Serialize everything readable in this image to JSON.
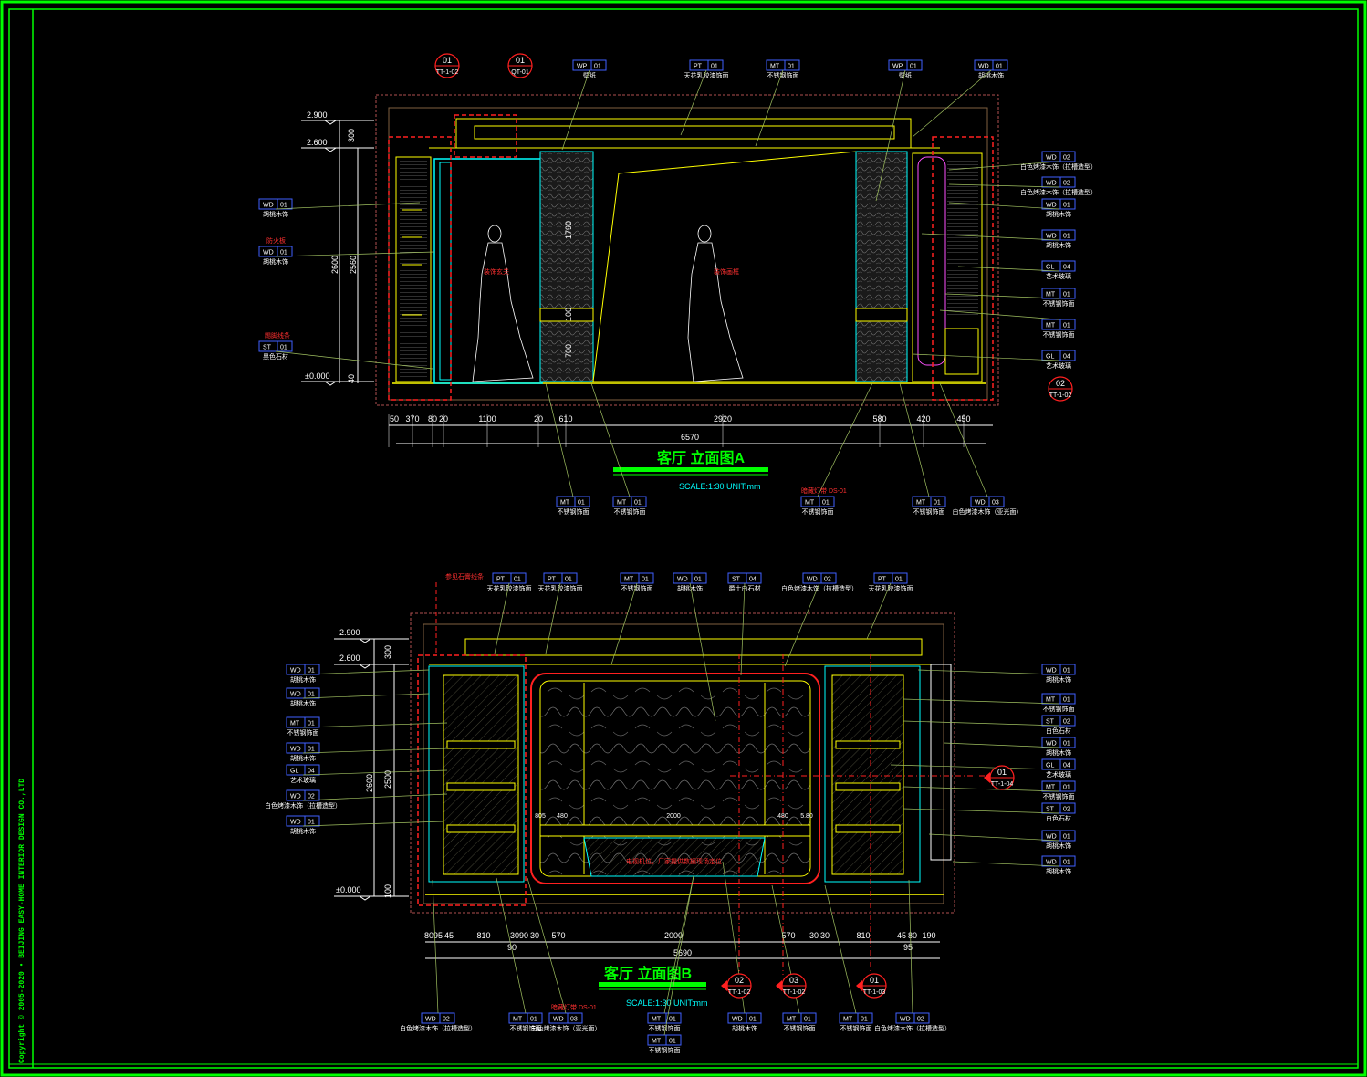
{
  "copyright": "Copyright © 2005-2020 • BEIJING EASY-HOME INTERIOR DESIGN CO.,LTD",
  "elevation_a": {
    "title": "客厅 立面图A",
    "scale": "SCALE:1:30 UNIT:mm",
    "levels": [
      "2.900",
      "2.600",
      "±0.000"
    ],
    "vertical_dims_outer": [
      "300",
      "2600",
      "40"
    ],
    "vertical_dims_inner": [
      "2560"
    ],
    "center_dims": [
      "1790",
      "100",
      "700"
    ],
    "horizontal_dims": [
      "50",
      "370",
      "80",
      "20",
      "1100",
      "20",
      "610",
      "2920",
      "580",
      "420",
      "450"
    ],
    "total_width": "6570",
    "section_tags": [
      {
        "num": "01",
        "ref": "TT-1-02"
      },
      {
        "num": "01",
        "ref": "QT-01"
      },
      {
        "num": "02",
        "ref": "TT-1-02"
      }
    ],
    "top_tags": [
      {
        "code": "WP",
        "num": "01",
        "desc": "壁纸"
      },
      {
        "code": "PT",
        "num": "01",
        "desc": "天花乳胶漆饰面"
      },
      {
        "code": "MT",
        "num": "01",
        "desc": "不锈钢饰面"
      },
      {
        "code": "WP",
        "num": "01",
        "desc": "壁纸"
      },
      {
        "code": "WD",
        "num": "01",
        "desc": "胡桃木饰"
      }
    ],
    "left_tags": [
      {
        "code": "WD",
        "num": "01",
        "desc": "胡桃木饰"
      },
      {
        "code": "WD",
        "num": "01",
        "desc": "胡桃木饰"
      },
      {
        "code": "ST",
        "num": "01",
        "desc": "黑色石材"
      }
    ],
    "left_red_notes": [
      "防火板",
      "踢脚线条"
    ],
    "right_tags": [
      {
        "code": "WD",
        "num": "02",
        "desc": "白色烤漆木饰（拉槽造型）"
      },
      {
        "code": "WD",
        "num": "02",
        "desc": "白色烤漆木饰（拉槽造型）"
      },
      {
        "code": "WD",
        "num": "01",
        "desc": "胡桃木饰"
      },
      {
        "code": "WD",
        "num": "01",
        "desc": "胡桃木饰"
      },
      {
        "code": "GL",
        "num": "04",
        "desc": "艺术玻璃"
      },
      {
        "code": "MT",
        "num": "01",
        "desc": "不锈钢饰面"
      },
      {
        "code": "MT",
        "num": "01",
        "desc": "不锈钢饰面"
      },
      {
        "code": "GL",
        "num": "04",
        "desc": "艺术玻璃"
      }
    ],
    "bottom_tags": [
      {
        "code": "MT",
        "num": "01",
        "desc": "不锈钢饰面"
      },
      {
        "code": "MT",
        "num": "01",
        "desc": "不锈钢饰面"
      },
      {
        "code": "MT",
        "num": "01",
        "desc": "不锈钢饰面"
      },
      {
        "code": "MT",
        "num": "01",
        "desc": "不锈钢饰面"
      },
      {
        "code": "WD",
        "num": "03",
        "desc": "白色烤漆木饰（亚光面）"
      }
    ],
    "bottom_red_note": "暗藏灯带 DS-01",
    "figure_notes": [
      "装饰玄关",
      "装饰画框"
    ]
  },
  "elevation_b": {
    "title": "客厅 立面图B",
    "scale": "SCALE:1:30 UNIT:mm",
    "levels": [
      "2.900",
      "2.600",
      "±0.000"
    ],
    "vertical_dims_outer": [
      "300",
      "2600",
      "100"
    ],
    "vertical_dims_inner": [
      "2500"
    ],
    "horizontal_dims": [
      "80",
      "95",
      "45",
      "810",
      "30",
      "90",
      "30",
      "570",
      "2000",
      "570",
      "30",
      "30",
      "810",
      "45",
      "80",
      "190"
    ],
    "sub_dims_left": "90",
    "sub_dims_right": "95",
    "tv_dims": [
      "805",
      "480",
      "2000",
      "480",
      "5.80"
    ],
    "total_width": "5690",
    "top_red_note": "参见石膏线条",
    "top_tags": [
      {
        "code": "PT",
        "num": "01",
        "desc": "天花乳胶漆饰面"
      },
      {
        "code": "PT",
        "num": "01",
        "desc": "天花乳胶漆饰面"
      },
      {
        "code": "MT",
        "num": "01",
        "desc": "不锈钢饰面"
      },
      {
        "code": "WD",
        "num": "01",
        "desc": "胡桃木饰"
      },
      {
        "code": "ST",
        "num": "04",
        "desc": "爵士白石材"
      },
      {
        "code": "WD",
        "num": "02",
        "desc": "白色烤漆木饰（拉槽造型）"
      },
      {
        "code": "PT",
        "num": "01",
        "desc": "天花乳胶漆饰面"
      }
    ],
    "left_tags": [
      {
        "code": "WD",
        "num": "01",
        "desc": "胡桃木饰"
      },
      {
        "code": "WD",
        "num": "01",
        "desc": "胡桃木饰"
      },
      {
        "code": "MT",
        "num": "01",
        "desc": "不锈钢饰面"
      },
      {
        "code": "WD",
        "num": "01",
        "desc": "胡桃木饰"
      },
      {
        "code": "GL",
        "num": "04",
        "desc": "艺术玻璃"
      },
      {
        "code": "WD",
        "num": "02",
        "desc": "白色烤漆木饰（拉槽造型）"
      },
      {
        "code": "WD",
        "num": "01",
        "desc": "胡桃木饰"
      }
    ],
    "right_tags": [
      {
        "code": "WD",
        "num": "01",
        "desc": "胡桃木饰"
      },
      {
        "code": "MT",
        "num": "01",
        "desc": "不锈钢饰面"
      },
      {
        "code": "ST",
        "num": "02",
        "desc": "白色石材"
      },
      {
        "code": "WD",
        "num": "01",
        "desc": "胡桃木饰"
      },
      {
        "code": "GL",
        "num": "04",
        "desc": "艺术玻璃"
      },
      {
        "code": "MT",
        "num": "01",
        "desc": "不锈钢饰面"
      },
      {
        "code": "ST",
        "num": "02",
        "desc": "白色石材"
      },
      {
        "code": "WD",
        "num": "01",
        "desc": "胡桃木饰"
      },
      {
        "code": "WD",
        "num": "01",
        "desc": "胡桃木饰"
      }
    ],
    "bottom_tags": [
      {
        "code": "WD",
        "num": "02",
        "desc": "白色烤漆木饰（拉槽造型）"
      },
      {
        "code": "MT",
        "num": "01",
        "desc": "不锈钢饰面"
      },
      {
        "code": "WD",
        "num": "03",
        "desc": "白色烤漆木饰（亚光面）"
      },
      {
        "code": "MT",
        "num": "01",
        "desc": "不锈钢饰面"
      },
      {
        "code": "MT",
        "num": "01",
        "desc": "不锈钢饰面"
      },
      {
        "code": "WD",
        "num": "01",
        "desc": "胡桃木饰"
      },
      {
        "code": "MT",
        "num": "01",
        "desc": "不锈钢饰面"
      },
      {
        "code": "MT",
        "num": "01",
        "desc": "不锈钢饰面"
      },
      {
        "code": "WD",
        "num": "02",
        "desc": "白色烤漆木饰（拉槽造型）"
      }
    ],
    "bottom_red_note": "暗藏灯带 DS-01",
    "tv_note": "电视机位，厂家提供数据现场定位",
    "section_tags": [
      {
        "num": "01",
        "ref": "TT-1-04"
      },
      {
        "num": "02",
        "ref": "TT-1-02"
      },
      {
        "num": "03",
        "ref": "TT-1-02"
      },
      {
        "num": "01",
        "ref": "TT-1-03"
      }
    ]
  },
  "colors": {
    "frame": "#00ff00",
    "wall": "#ffff00",
    "glass": "#00ffff",
    "callout": "#ff2020",
    "tag_border": "#4060ff"
  }
}
